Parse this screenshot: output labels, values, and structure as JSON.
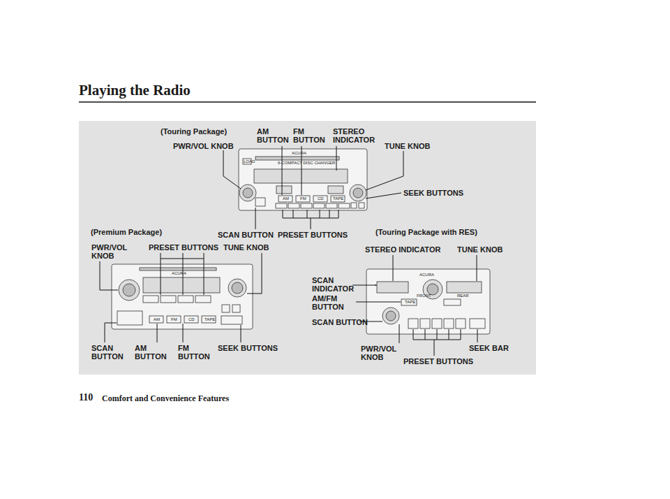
{
  "diagram": {
    "title": "Playing the Radio",
    "caption": "Comfort and Convenience Features",
    "labels": [
      "(Touring Package)",
      "AM BUTTON",
      "FM BUTTON",
      "STEREO INDICATOR",
      "PWR/VOL KNOB",
      "TUNE KNOB",
      "SEEK BUTTONS",
      "(Premium Package)",
      "SCAN BUTTON",
      "PRESET BUTTONS",
      "(Touring Package with RES)",
      "PWR/VOL KNOB",
      "PRESET BUTTONS",
      "TUNE KNOB",
      "STEREO INDICATOR",
      "TUNE KNOB",
      "SCAN INDICATOR",
      "AM/FM BUTTON",
      "SCAN BUTTON",
      "SCAN BUTTON",
      "AM BUTTON",
      "FM BUTTON",
      "SEEK BUTTONS",
      "PWR/VOL KNOB",
      "SEEK BAR",
      "PRESET BUTTONS",
      "110",
      "ACURA",
      "6-COMPACT DISC CHANGER",
      "LOAD",
      "AM",
      "FM",
      "CD",
      "TAPE",
      "ACURA",
      "AM",
      "FM",
      "CD",
      "TAPE",
      "ACURA",
      "FRONT",
      "REAR",
      "TAPE"
    ]
  }
}
